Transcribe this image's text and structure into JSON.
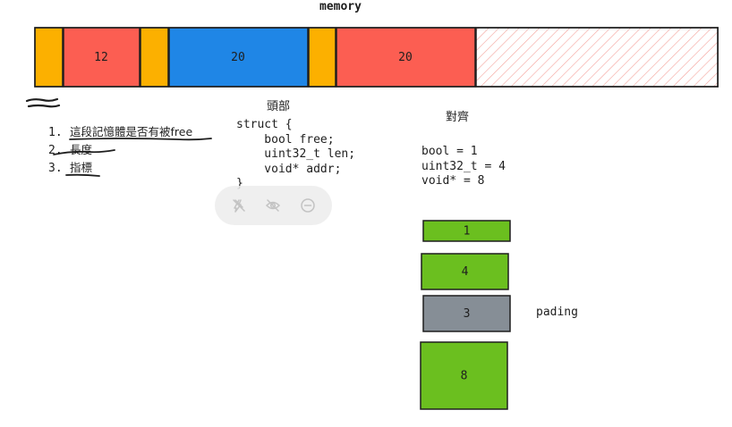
{
  "memory": {
    "title": "memory",
    "segments": [
      {
        "label": "",
        "fill": "#fcb000"
      },
      {
        "label": "12",
        "fill": "#fc5e52"
      },
      {
        "label": "",
        "fill": "#fcb000"
      },
      {
        "label": "20",
        "fill": "#1f86e6"
      },
      {
        "label": "",
        "fill": "#fcb000"
      },
      {
        "label": "20",
        "fill": "#fc5e52"
      },
      {
        "label": "",
        "fill": "hatch"
      }
    ],
    "colors": {
      "orange": "#fcb000",
      "red": "#fc5e52",
      "blue": "#1f86e6",
      "hatch": "#f7b6b1"
    }
  },
  "list": {
    "items": [
      {
        "num": "1.",
        "text": "這段記憶體是否有被free"
      },
      {
        "num": "2.",
        "text": "長度"
      },
      {
        "num": "3.",
        "text": "指標"
      }
    ]
  },
  "header_label": "頭部",
  "code": {
    "lines": [
      "struct {",
      "    bool free;",
      "    uint32_t len;",
      "    void* addr;",
      "}"
    ]
  },
  "align_label": "對齊",
  "sizes": {
    "lines": [
      "bool = 1",
      "uint32_t = 4",
      "void* = 8"
    ]
  },
  "blocks": [
    {
      "label": "1",
      "fill": "#6bbf1f"
    },
    {
      "label": "4",
      "fill": "#6bbf1f"
    },
    {
      "label": "3",
      "fill": "#868e96"
    },
    {
      "label": "8",
      "fill": "#6bbf1f"
    }
  ],
  "pad_label": "pading",
  "toolbar": {
    "buttons": [
      {
        "icon": "laser-off-icon"
      },
      {
        "icon": "eye-off-icon"
      },
      {
        "icon": "minus-circle-icon"
      }
    ]
  }
}
